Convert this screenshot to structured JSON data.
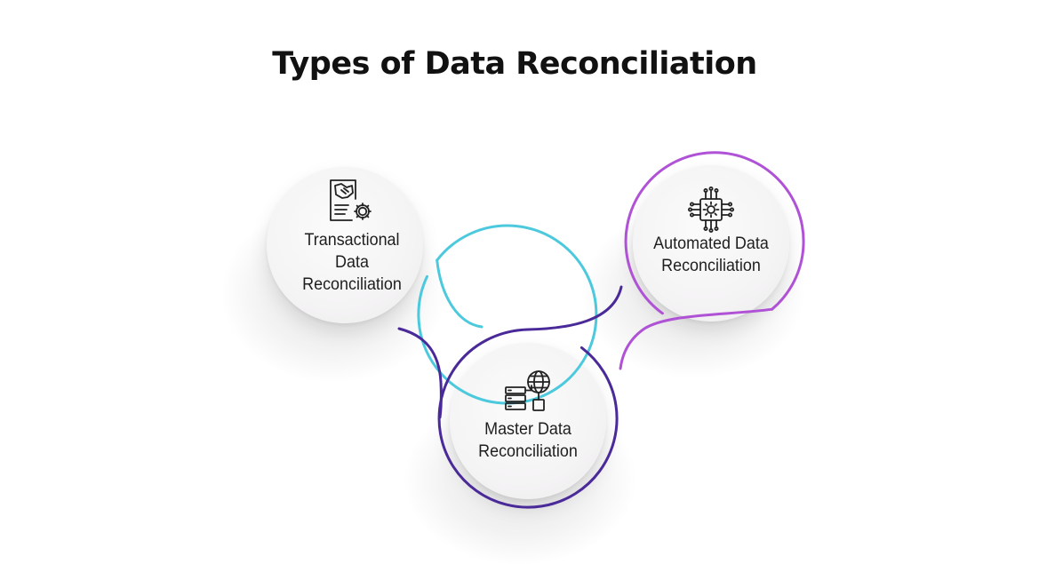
{
  "title": "Types of Data Reconciliation",
  "colors": {
    "transactional_ring": "#4cc9dd",
    "automated_ring": "#b052d6",
    "master_ring": "#4a2a99",
    "connector": "#4a2a99"
  },
  "nodes": {
    "transactional": {
      "label_line1": "Transactional",
      "label_line2": "Data",
      "label_line3": "Reconciliation",
      "icon": "handshake-document-gear-icon"
    },
    "automated": {
      "label_line1": "Automated Data",
      "label_line2": "Reconciliation",
      "icon": "circuit-chip-gear-icon"
    },
    "master": {
      "label_line1": "Master Data",
      "label_line2": "Reconciliation",
      "icon": "server-globe-icon"
    }
  }
}
